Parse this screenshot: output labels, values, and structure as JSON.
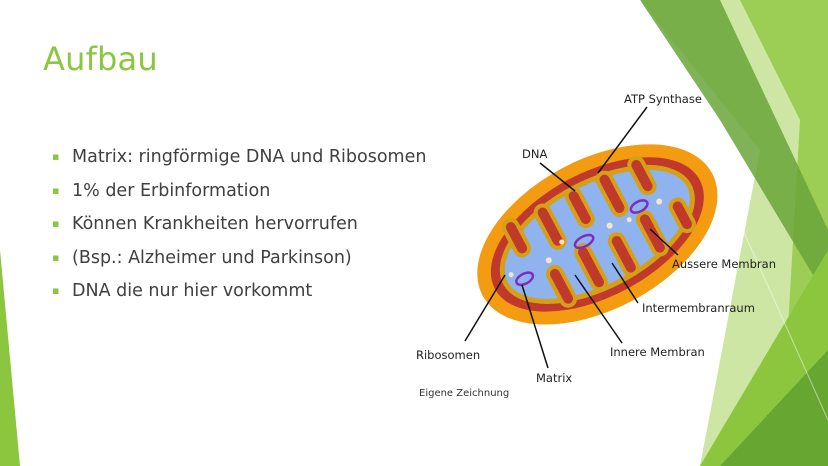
{
  "slide": {
    "title": "Aufbau",
    "bullets": [
      "Matrix: ringförmige DNA und Ribosomen",
      "1% der Erbinformation",
      "Können Krankheiten hervorrufen",
      "(Bsp.: Alzheimer und Parkinson)",
      "DNA die nur hier vorkommt"
    ],
    "bullet_icon": "square-bullet-icon"
  },
  "diagram": {
    "labels": {
      "atp": "ATP Synthase",
      "dna": "DNA",
      "aussere": "Aussere Membran",
      "intermembran": "Intermembranraum",
      "innere": "Innere Membran",
      "ribosomen": "Ribosomen",
      "matrix": "Matrix"
    },
    "caption": "Eigene Zeichnung"
  },
  "colors": {
    "accent_green": "#8cc63f",
    "dark_green": "#4e8f2a",
    "light_green": "#c5e08a",
    "text": "#404040",
    "outer_membrane": "#f39c12",
    "intermembrane": "#c0392b",
    "matrix": "#8fb3ef",
    "inner_membrane": "#d4a017",
    "dna": "#7b2fbf"
  }
}
